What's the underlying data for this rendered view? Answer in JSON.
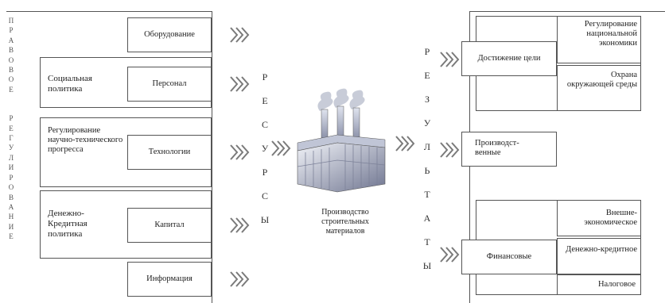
{
  "left_vertical": "ПРАВОВОЕ РЕГУЛИРОВАНИЕ",
  "left_vertical_letters": [
    "П",
    "Р",
    "А",
    "В",
    "О",
    "В",
    "О",
    "Е",
    "",
    "Р",
    "Е",
    "Г",
    "У",
    "Л",
    "И",
    "Р",
    "О",
    "В",
    "А",
    "Н",
    "И",
    "Е"
  ],
  "resources": {
    "label": "РЕСУРСЫ",
    "letters": [
      "Р",
      "Е",
      "С",
      "У",
      "Р",
      "С",
      "Ы"
    ],
    "equipment": "Оборудование",
    "personnel": "Персонал",
    "technology": "Технологии",
    "capital": "Капитал",
    "information": "Информация"
  },
  "policies": {
    "social": "Социальная политика",
    "scientific": "Регулирование научно-технического прогресса",
    "monetary": "Денежно-Кредитная политика"
  },
  "factory": {
    "caption": "Производство строительных материалов"
  },
  "results": {
    "label": "РЕЗУЛЬТАТЫ",
    "letters": [
      "Р",
      "Е",
      "З",
      "У",
      "Л",
      "Ь",
      "Т",
      "А",
      "Т",
      "Ы"
    ],
    "goal": "Достижение цели",
    "production": "Производст-венные",
    "financial": "Финансовые",
    "regulation_economy": "Регулирование национальной экономики",
    "environment": "Охрана окружающей среды",
    "foreign_economic": "Внешне-экономическое",
    "credit": "Денежно-кредитное",
    "tax": "Налоговое"
  },
  "colors": {
    "border": "#555555",
    "chevron": "#7a7a7a",
    "factory_light": "#dfe3ee",
    "factory_dark": "#6f7590"
  }
}
